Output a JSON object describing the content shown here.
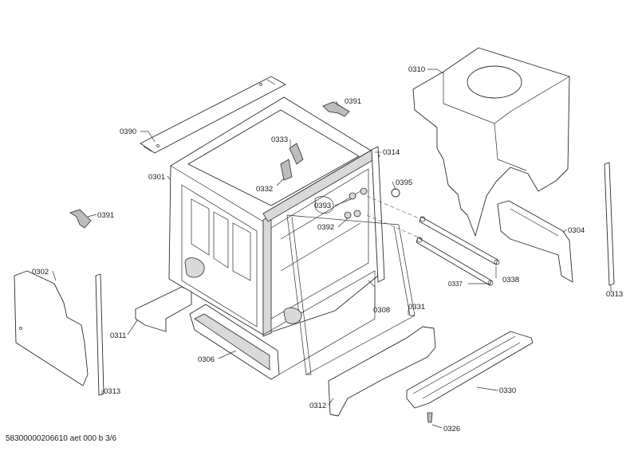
{
  "labels": {
    "p0310": "0310",
    "p0391a": "0391",
    "p0390": "0390",
    "p0333": "0333",
    "p0314": "0314",
    "p0301": "0301",
    "p0332": "0332",
    "p0395": "0395",
    "p0393": "0393",
    "p0391b": "0391",
    "p0392": "0392",
    "p0304": "0304",
    "p0302": "0302",
    "p0338": "0338",
    "p0337": "0337",
    "p0313a": "0313",
    "p0311": "0311",
    "p0308": "0308",
    "p0331": "0331",
    "p0306": "0306",
    "p0330": "0330",
    "p0313b": "0313",
    "p0312": "0312",
    "p0326": "0326"
  },
  "footer": "58300000206610 aet 000 b 3/6"
}
